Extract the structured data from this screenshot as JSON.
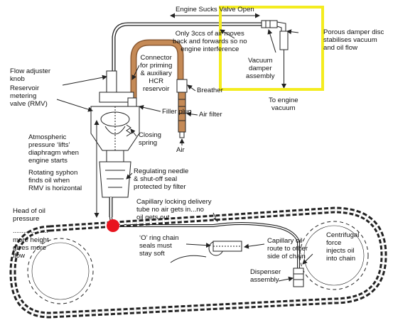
{
  "labels": {
    "engine_sucks": "Engine Sucks Valve Open",
    "porous_damper": "Porous damper disc\nstabilises vacuum\nand oil flow",
    "only_3ccs": "Only 3ccs of air moves\nback and forwards so no\nengine interference",
    "vacuum_damper": "Vacuum\ndamper\nassembly",
    "to_engine_vacuum": "To engine\nvacuum",
    "connector": "Connector\nfor priming\n& auxiliary\nHCR\nreservoir",
    "breather": "Breather",
    "flow_adjuster": "Flow adjuster\nknob",
    "reservoir_valve": "Reservoir\nmetering\nvalve (RMV)",
    "filler_plug": "Filler plug",
    "air_filter": "Air filter",
    "closing_spring": "Closing\nspring",
    "air": "Air",
    "atmospheric": "Atmospheric\npressure ‘lifts’\ndiaphragm when\nengine starts",
    "rotating_syphon": "Rotating syphon\nfinds oil when\nRMV is horizontal",
    "regulating_needle": "Regulating needle\n& shut-off seal\nprotected by filter",
    "head_of_oil": "Head of oil\npressure",
    "dots": "....................",
    "more_height": "more height\ngives more\nflow",
    "capillary_locking": "Capillary locking delivery\ntube no air gets in...no\noil gets out",
    "o_ring": "‘O’ ring chain\nseals must\nstay soft",
    "capillary_route": "Capillary oil\nroute to other\nside of chain",
    "centrifugal": "Centrifugal\nforce\ninjects oil\ninto chain",
    "dispenser": "Dispenser\nassembly"
  },
  "colors": {
    "line": "#222222",
    "highlight": "#f4ec1f",
    "marker": "#e8141e",
    "tube": "#c58a56",
    "tube_dark": "#8a5a34"
  },
  "icons": {
    "sprocket": "sprocket-icon",
    "marker": "red-dot-marker"
  }
}
